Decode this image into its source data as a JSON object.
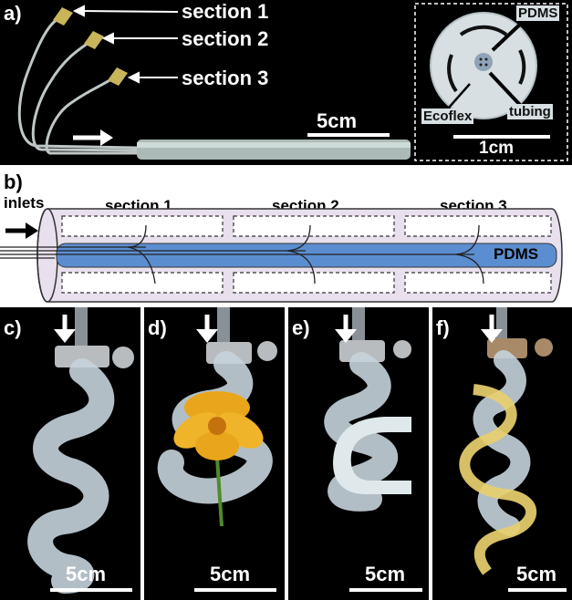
{
  "panel_a": {
    "label": "a)",
    "section_labels": [
      "section 1",
      "section 2",
      "section 3"
    ],
    "scale": "5cm",
    "inset": {
      "pdms": "PDMS",
      "ecoflex": "Ecoflex",
      "tubing": "tubing",
      "scale": "1cm"
    }
  },
  "panel_b": {
    "label": "b)",
    "inlets": "inlets",
    "section_labels": [
      "section 1",
      "section 2",
      "section 3"
    ],
    "pdms": "PDMS"
  },
  "panels_bottom": [
    {
      "label": "c)",
      "scale": "5cm"
    },
    {
      "label": "d)",
      "scale": "5cm"
    },
    {
      "label": "e)",
      "scale": "5cm"
    },
    {
      "label": "f)",
      "scale": "5cm"
    }
  ]
}
